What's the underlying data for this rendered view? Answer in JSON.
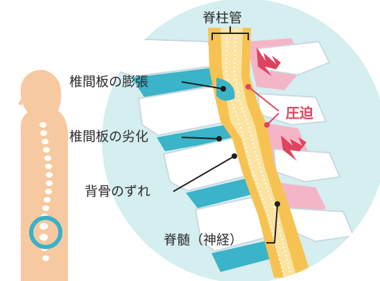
{
  "labels": {
    "canal": "脊柱管",
    "bulge": "椎間板の膨張",
    "degeneration": "椎間板の劣化",
    "slip": "背骨のずれ",
    "cord": "脊髄（神経）",
    "compression": "圧迫"
  },
  "colors": {
    "circle_bg": "#d5eef0",
    "vertebra": "#ffffff",
    "vertebra_edge": "#c9d9e0",
    "disc": "#3bb3c8",
    "canal": "#f6c352",
    "cord": "#fbe3a2",
    "pink": "#f4b6c6",
    "accent_red": "#e0435f",
    "body": "#f7c9a0",
    "spine_bone": "#ffffff",
    "ring": "#36b2c9",
    "leader": "#1e1e1e"
  }
}
